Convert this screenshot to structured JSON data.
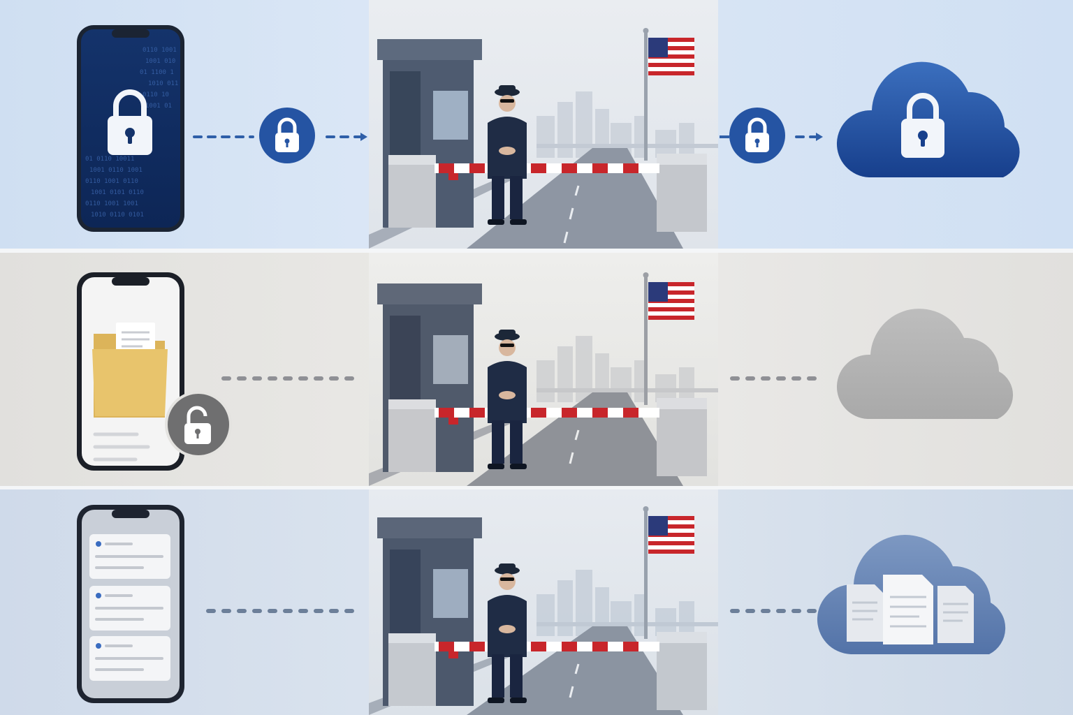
{
  "rows": [
    {
      "device": "phone-encrypted",
      "device_label": "",
      "connector_style": "dashed-arrow",
      "transit_lock": "padlock-locked",
      "checkpoint": "border-checkpoint",
      "cloud": "cloud-encrypted",
      "accent_color": "#1e4fa0"
    },
    {
      "device": "phone-unlocked-files",
      "device_label": "",
      "connector_style": "dotted",
      "transit_lock": "padlock-unlocked",
      "checkpoint": "border-checkpoint",
      "cloud": "cloud-gray",
      "accent_color": "#6b6b6b"
    },
    {
      "device": "phone-notes",
      "device_label": "",
      "connector_style": "dotted",
      "transit_lock": "",
      "checkpoint": "border-checkpoint",
      "cloud": "cloud-documents",
      "accent_color": "#4d6fa8"
    }
  ],
  "colors": {
    "blue_primary": "#1f4e9c",
    "gray_primary": "#9a9a9a",
    "barrier_red": "#c8262b",
    "flag_blue": "#2b3a7a"
  }
}
